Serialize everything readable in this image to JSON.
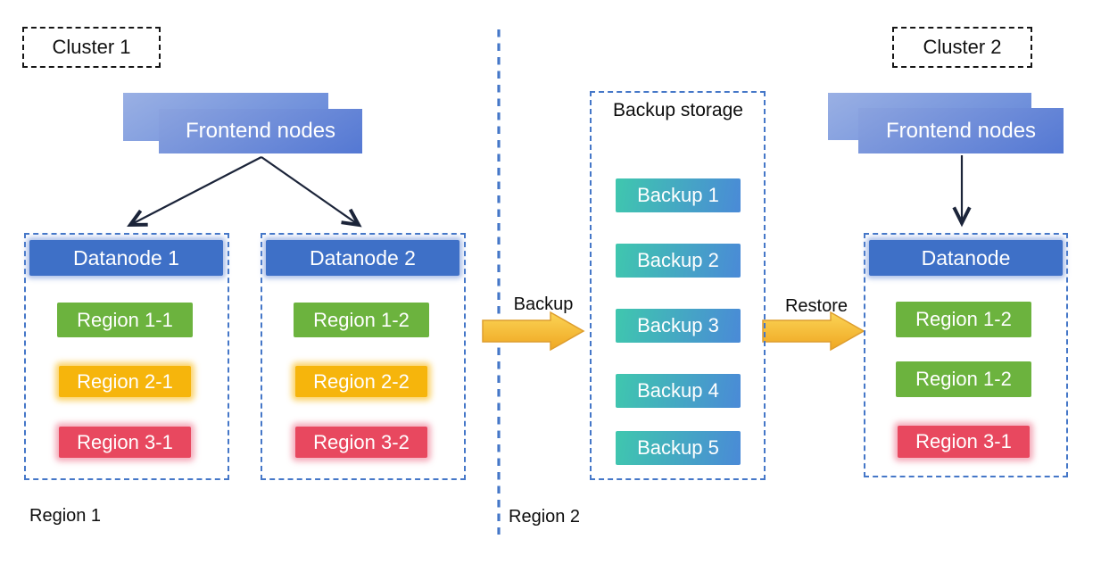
{
  "colors": {
    "container_border": "#4577C8",
    "divider": "#4577C8",
    "cluster_label_border": "#161616",
    "datanode_header": "#3E70C7",
    "region_green": "#6CB33E",
    "region_yellow": "#F6B50C",
    "region_red": "#E8485F",
    "backup_gradient_start": "#3FC7AE",
    "backup_gradient_end": "#4A8AD7",
    "frontend_gradient_start": "#8BA3DF",
    "frontend_gradient_end": "#5478D3",
    "block_arrow_top": "#FBD456",
    "block_arrow_bottom": "#EFA722",
    "block_arrow_border": "#DE9E2E",
    "connector": "#1B2439"
  },
  "cluster1": {
    "label": "Cluster 1",
    "frontend_label": "Frontend nodes",
    "datanode1": {
      "title": "Datanode 1",
      "regions": [
        {
          "label": "Region 1-1",
          "color": "#6CB33E"
        },
        {
          "label": "Region 2-1",
          "color": "#F6B50C"
        },
        {
          "label": "Region 3-1",
          "color": "#E8485F"
        }
      ]
    },
    "datanode2": {
      "title": "Datanode 2",
      "regions": [
        {
          "label": "Region 1-2",
          "color": "#6CB33E"
        },
        {
          "label": "Region 2-2",
          "color": "#F6B50C"
        },
        {
          "label": "Region 3-2",
          "color": "#E8485F"
        }
      ]
    }
  },
  "backup_storage": {
    "title": "Backup storage",
    "items": [
      {
        "label": "Backup 1"
      },
      {
        "label": "Backup 2"
      },
      {
        "label": "Backup 3"
      },
      {
        "label": "Backup 4"
      },
      {
        "label": "Backup 5"
      }
    ]
  },
  "flow": {
    "backup_label": "Backup",
    "restore_label": "Restore"
  },
  "cluster2": {
    "label": "Cluster 2",
    "frontend_label": "Frontend nodes",
    "datanode": {
      "title": "Datanode",
      "regions": [
        {
          "label": "Region 1-2",
          "color": "#6CB33E"
        },
        {
          "label": "Region 1-2",
          "color": "#6CB33E"
        },
        {
          "label": "Region 3-1",
          "color": "#E8485F"
        }
      ]
    }
  },
  "footers": {
    "region1": "Region 1",
    "region2": "Region 2"
  }
}
